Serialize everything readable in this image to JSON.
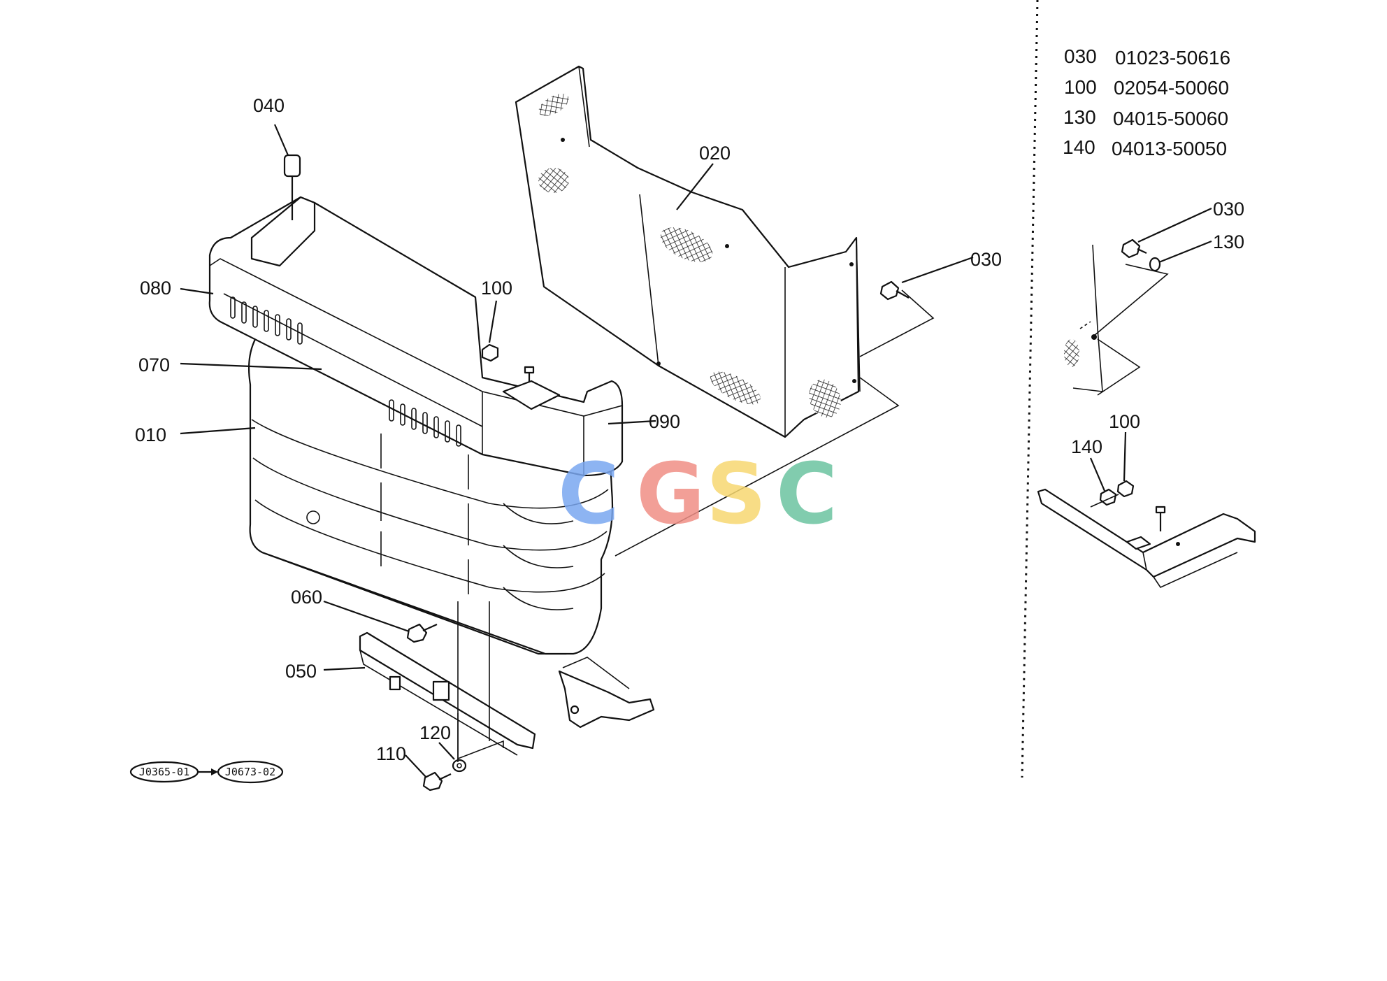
{
  "callouts": [
    {
      "id": "c040",
      "text": "040"
    },
    {
      "id": "c020",
      "text": "020"
    },
    {
      "id": "c080",
      "text": "080"
    },
    {
      "id": "c100",
      "text": "100"
    },
    {
      "id": "c030",
      "text": "030"
    },
    {
      "id": "c070",
      "text": "070"
    },
    {
      "id": "c010",
      "text": "010"
    },
    {
      "id": "c090",
      "text": "090"
    },
    {
      "id": "c060",
      "text": "060"
    },
    {
      "id": "c050",
      "text": "050"
    },
    {
      "id": "c120",
      "text": "120"
    },
    {
      "id": "c110",
      "text": "110"
    }
  ],
  "detail_callouts": [
    {
      "id": "d030",
      "text": "030"
    },
    {
      "id": "d130",
      "text": "130"
    },
    {
      "id": "d100",
      "text": "100"
    },
    {
      "id": "d140",
      "text": "140"
    }
  ],
  "parts_table": [
    {
      "ref": "030",
      "part_no": "01023-50616"
    },
    {
      "ref": "100",
      "part_no": "02054-50060"
    },
    {
      "ref": "130",
      "part_no": "04015-50060"
    },
    {
      "ref": "140",
      "part_no": "04013-50050"
    }
  ],
  "serial_tags": {
    "from": "J0365-01",
    "to": "J0673-02"
  },
  "watermark": {
    "letters": [
      "C",
      "G",
      "S",
      "C"
    ],
    "colors": [
      "#7aa7f0",
      "#f08f86",
      "#f7d871",
      "#6cc4a0"
    ]
  }
}
